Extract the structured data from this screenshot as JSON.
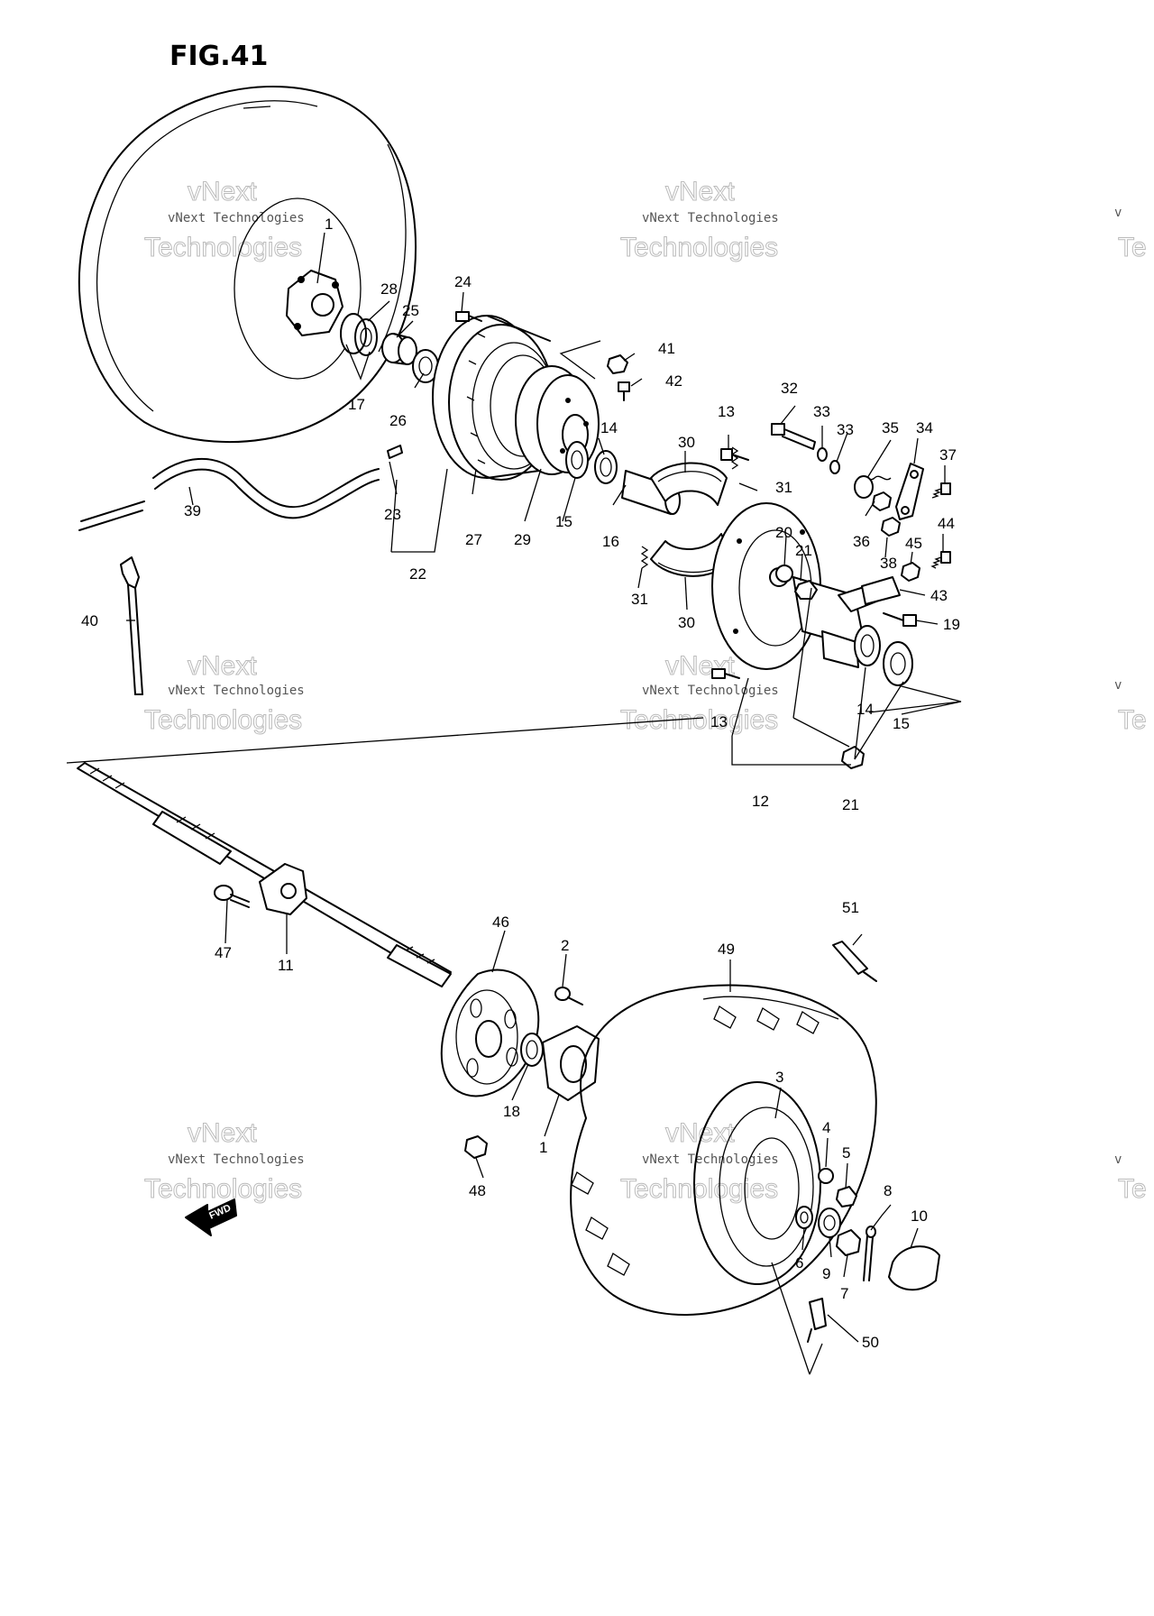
{
  "figure": {
    "title": "FIG.41"
  },
  "watermark": {
    "small": "vNext Technologies",
    "big": "Technologies",
    "top": "vNext",
    "edge_small": "v",
    "edge_big": "Te"
  },
  "fwd_label": "FWD",
  "callouts": {
    "p1a": "1",
    "p1b": "1",
    "p2": "2",
    "p3": "3",
    "p4": "4",
    "p5": "5",
    "p6": "6",
    "p7": "7",
    "p8": "8",
    "p9": "9",
    "p10": "10",
    "p11": "11",
    "p12": "12",
    "p13a": "13",
    "p13b": "13",
    "p14a": "14",
    "p14b": "14",
    "p15a": "15",
    "p15b": "15",
    "p16": "16",
    "p17": "17",
    "p18": "18",
    "p19": "19",
    "p20": "20",
    "p21a": "21",
    "p21b": "21",
    "p22": "22",
    "p23": "23",
    "p24": "24",
    "p25": "25",
    "p26": "26",
    "p27": "27",
    "p28": "28",
    "p29": "29",
    "p30a": "30",
    "p30b": "30",
    "p31a": "31",
    "p31b": "31",
    "p32": "32",
    "p33a": "33",
    "p33b": "33",
    "p34": "34",
    "p35": "35",
    "p36": "36",
    "p37": "37",
    "p38": "38",
    "p39": "39",
    "p40": "40",
    "p41": "41",
    "p42": "42",
    "p43": "43",
    "p44": "44",
    "p45": "45",
    "p46": "46",
    "p47": "47",
    "p48": "48",
    "p49": "49",
    "p50": "50",
    "p51": "51"
  }
}
